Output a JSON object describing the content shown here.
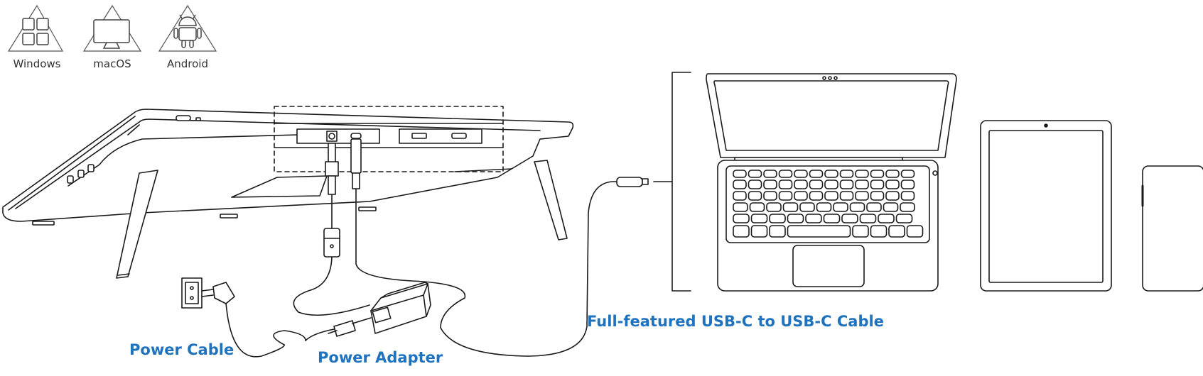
{
  "os": [
    {
      "label": "Windows",
      "icon": "windows-icon"
    },
    {
      "label": "macOS",
      "icon": "imac-icon"
    },
    {
      "label": "Android",
      "icon": "android-icon"
    }
  ],
  "callouts": {
    "usb_cable": "Full-featured USB-C to USB-C Cable",
    "power_cable": "Power Cable",
    "power_adapter": "Power Adapter"
  },
  "colors": {
    "callout": "#1f72bd",
    "line": "#1a1a1a"
  },
  "devices": [
    {
      "name": "laptop-icon"
    },
    {
      "name": "tablet-icon"
    },
    {
      "name": "phone-icon"
    }
  ]
}
